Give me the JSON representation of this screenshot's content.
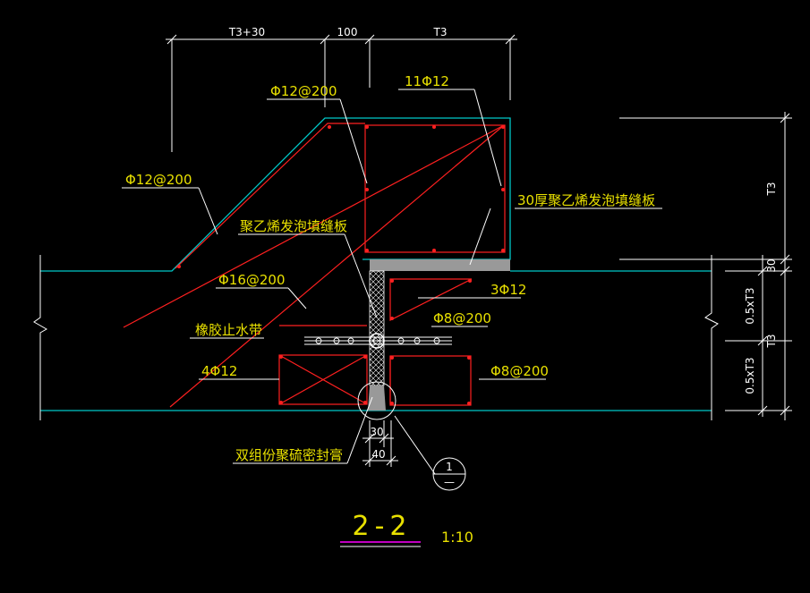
{
  "drawing": {
    "dims": {
      "t3_plus_30": "T3+30",
      "gap_100": "100",
      "t3_top": "T3",
      "t3_right": "T3",
      "d30": "30",
      "half_t3_a": "0.5xT3",
      "half_t3_b": "0.5xT3",
      "t3_mid": "T3",
      "bottom_30": "30",
      "bottom_40": "40"
    },
    "labels": {
      "phi12_200_top": "Φ12@200",
      "phi12_11": "11Φ12",
      "phi12_200_slope": "Φ12@200",
      "foam_board_30": "30厚聚乙烯发泡填缝板",
      "foam_board": "聚乙烯发泡填缝板",
      "phi16_200": "Φ16@200",
      "bars_3phi12": "3Φ12",
      "phi8_200_a": "Φ8@200",
      "rubber_waterstop": "橡胶止水带",
      "bars_4phi12": "4Φ12",
      "phi8_200_b": "Φ8@200",
      "sealant": "双组份聚硫密封膏"
    },
    "detail_marker": {
      "top": "1",
      "bottom": "—"
    },
    "title": "2-2",
    "scale": "1:10",
    "colors": {
      "concrete": "#00c8c8",
      "rebar": "#ff2020",
      "text": "#e8e000",
      "dim": "#ffffff",
      "board": "#999999",
      "underline": "#c000c0"
    }
  }
}
